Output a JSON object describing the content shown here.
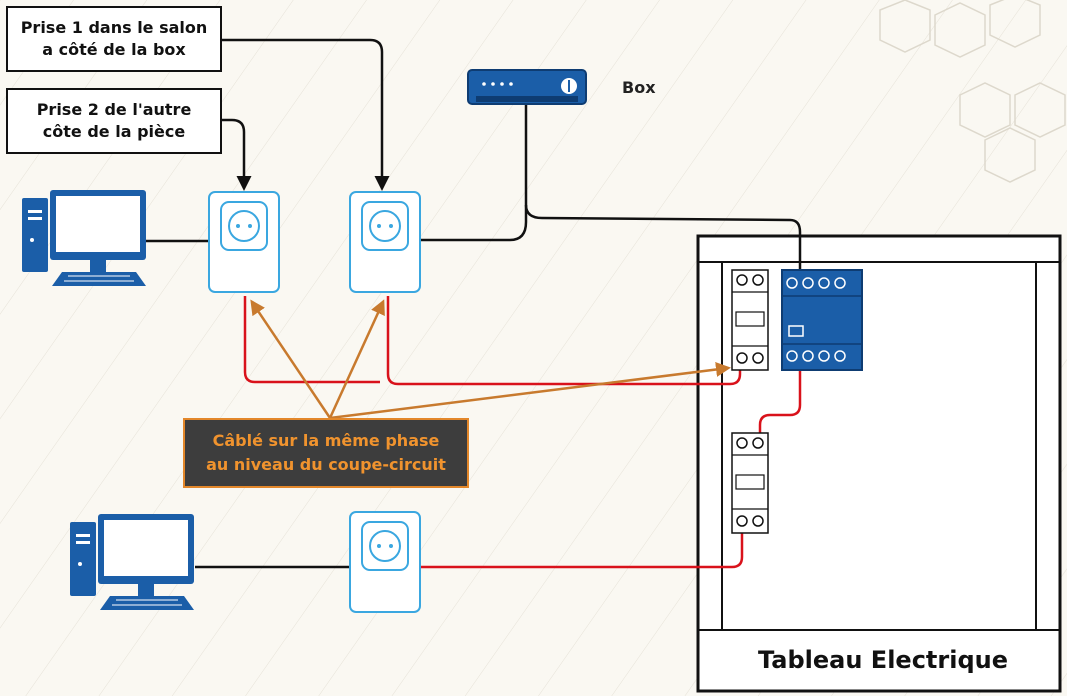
{
  "labels": {
    "prise1_line1": "Prise 1 dans le salon",
    "prise1_line2": "a côté de la box",
    "prise2_line1": "Prise 2 de l'autre",
    "prise2_line2": "côte de la pièce",
    "box": "Box",
    "note_line1": "Câblé sur la même phase",
    "note_line2": "au niveau du coupe-circuit",
    "panel": "Tableau Electrique"
  },
  "colors": {
    "network_wire": "#111111",
    "phase_wire": "#d9121b",
    "annotation_arrow": "#c87a2e",
    "plug_outline": "#3aa7e0",
    "device_blue": "#1b5ea8",
    "note_background": "#3d3d3d",
    "note_text": "#f0932e"
  },
  "icons": {
    "computer": "desktop-computer-icon",
    "plug": "powerline-adapter-icon",
    "router": "router-box-icon",
    "breaker": "circuit-breaker-icon",
    "cpl_module": "din-rail-module-icon"
  }
}
